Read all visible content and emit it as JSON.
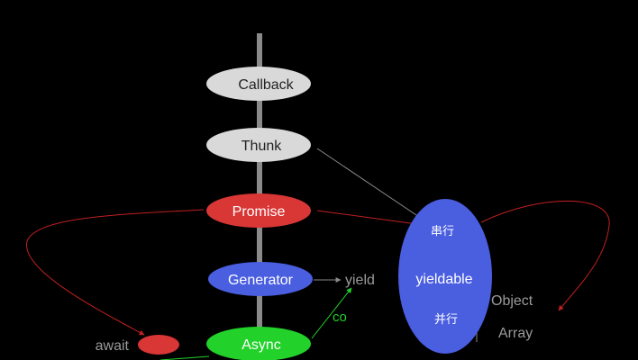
{
  "colors": {
    "background": "#000000",
    "spine": "#8a8a8a",
    "light_node": "#d9d9d9",
    "promise": "#d93636",
    "generator": "#4a5ee0",
    "async": "#22d22a",
    "yieldable": "#4a5ee0",
    "label_gray": "#9a9a9a",
    "co_green": "#22d22a",
    "red_line": "#c02020",
    "gray_line": "#8a8a8a"
  },
  "nodes": {
    "callback": "Callback",
    "thunk": "Thunk",
    "promise": "Promise",
    "generator": "Generator",
    "async": "Async",
    "await_node": ""
  },
  "yieldable": {
    "title": "yieldable",
    "serial": "串行",
    "parallel": "并行"
  },
  "labels": {
    "yield": "yield",
    "co": "co",
    "await": "await",
    "object": "Object",
    "array": "Array"
  }
}
